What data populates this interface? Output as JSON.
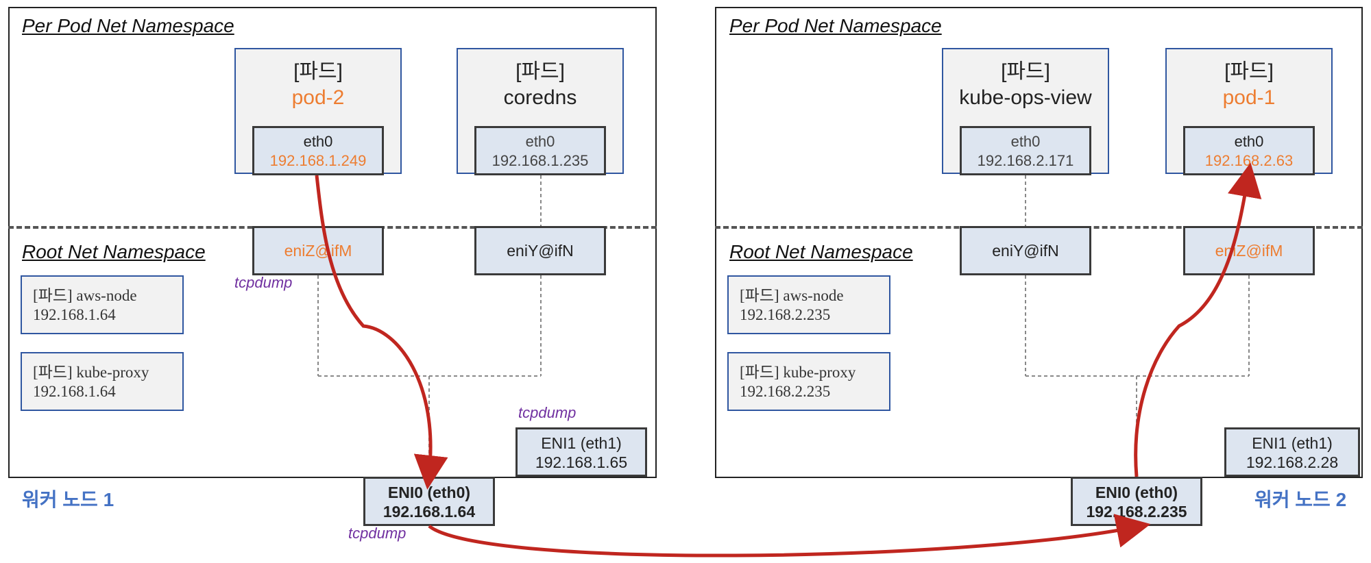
{
  "nodes": [
    {
      "ns_pod_header": "Per Pod  Net Namespace",
      "ns_root_header": "Root Net Namespace",
      "pods": [
        {
          "tag": "[파드]",
          "name": "pod-2",
          "eth_name": "eth0",
          "eth_ip": "192.168.1.249"
        },
        {
          "tag": "[파드]",
          "name": "coredns",
          "eth_name": "eth0",
          "eth_ip": "192.168.1.235"
        }
      ],
      "veths": [
        "eniZ@ifM",
        "eniY@ifN"
      ],
      "system_pods": [
        {
          "label": "[파드] aws-node",
          "ip": "192.168.1.64"
        },
        {
          "label": "[파드] kube-proxy",
          "ip": "192.168.1.64"
        }
      ],
      "eni1": {
        "name": "ENI1 (eth1)",
        "ip": "192.168.1.65"
      },
      "eni0": {
        "name": "ENI0 (eth0)",
        "ip": "192.168.1.64"
      },
      "label": "워커 노드 1"
    },
    {
      "ns_pod_header": "Per Pod  Net Namespace",
      "ns_root_header": "Root Net Namespace",
      "pods": [
        {
          "tag": "[파드]",
          "name": "kube-ops-view",
          "eth_name": "eth0",
          "eth_ip": "192.168.2.171"
        },
        {
          "tag": "[파드]",
          "name": "pod-1",
          "eth_name": "eth0",
          "eth_ip": "192.168.2.63"
        }
      ],
      "veths": [
        "eniY@ifN",
        "eniZ@ifM"
      ],
      "system_pods": [
        {
          "label": "[파드] aws-node",
          "ip": "192.168.2.235"
        },
        {
          "label": "[파드] kube-proxy",
          "ip": "192.168.2.235"
        }
      ],
      "eni1": {
        "name": "ENI1 (eth1)",
        "ip": "192.168.2.28"
      },
      "eni0": {
        "name": "ENI0 (eth0)",
        "ip": "192.168.2.235"
      },
      "label": "워커 노드 2"
    }
  ],
  "tcpdump": "tcpdump",
  "colors": {
    "highlight": "#ed7d31",
    "arrow": "#c0261f",
    "tcpdump": "#7030a0",
    "worker_label": "#4472c4",
    "pod_border": "#2f56a0"
  }
}
